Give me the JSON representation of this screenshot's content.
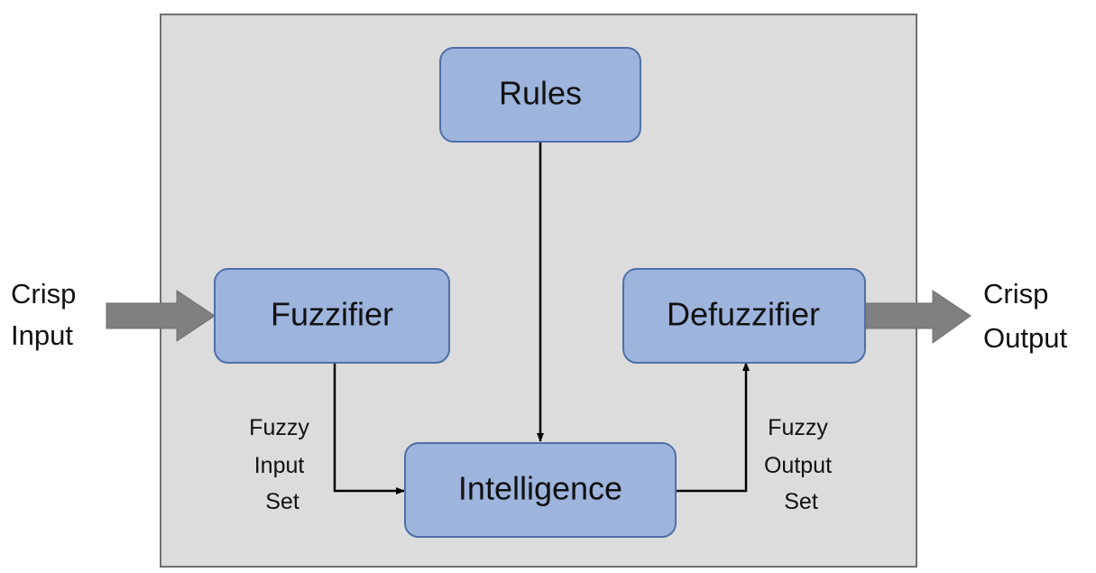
{
  "blocks": {
    "rules": "Rules",
    "fuzzifier": "Fuzzifier",
    "defuzzifier": "Defuzzifier",
    "intelligence": "Intelligence"
  },
  "external": {
    "input": [
      "Crisp",
      "Input"
    ],
    "output": [
      "Crisp",
      "Output"
    ]
  },
  "connections": {
    "fuzzy_input_set": [
      "Fuzzy",
      "Input",
      "Set"
    ],
    "fuzzy_output_set": [
      "Fuzzy",
      "Output",
      "Set"
    ]
  },
  "colors": {
    "frame_fill": "#dcdcdc",
    "block_fill": "#9db4dd",
    "block_border": "#4f6fa8",
    "arrow_fill": "#808080"
  }
}
